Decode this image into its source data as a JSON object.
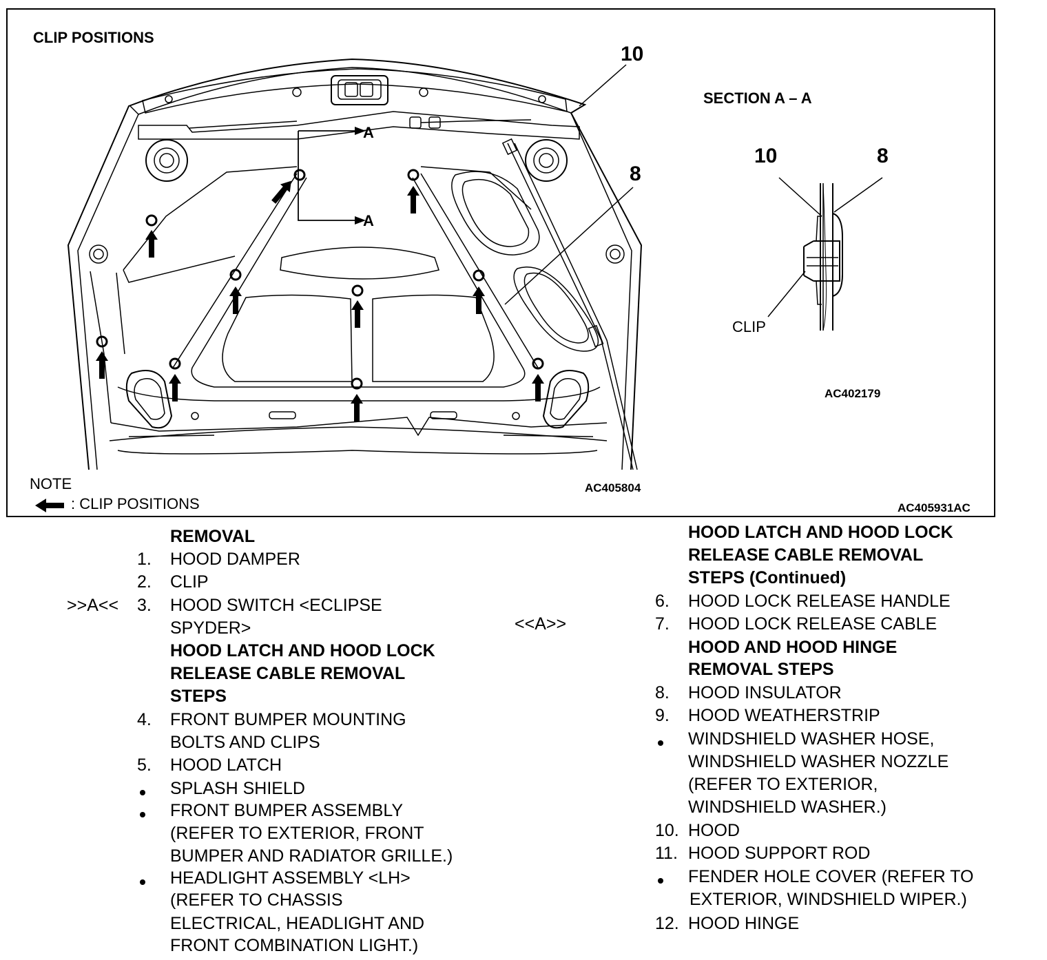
{
  "figure": {
    "title": "CLIP POSITIONS",
    "section_title": "SECTION A – A",
    "callout_10": "10",
    "callout_8": "8",
    "section_arrow_label": "A",
    "section_callout_10": "10",
    "section_callout_8": "8",
    "clip_label": "CLIP",
    "code_main": "AC405804",
    "code_section": "AC402179",
    "code_figure": "AC405931AC",
    "note_title": "NOTE",
    "note_text": ": CLIP POSITIONS"
  },
  "left_column": {
    "heading_removal": "REMOVAL",
    "item1_num": "1.",
    "item1": "HOOD DAMPER",
    "item2_num": "2.",
    "item2": "CLIP",
    "item3_ref": ">>A<<",
    "item3_num": "3.",
    "item3_l1": "HOOD SWITCH <ECLIPSE",
    "item3_l2": "SPYDER>",
    "heading_latch_l1": "HOOD LATCH AND HOOD LOCK",
    "heading_latch_l2": "RELEASE CABLE REMOVAL",
    "heading_latch_l3": "STEPS",
    "item4_num": "4.",
    "item4_l1": "FRONT BUMPER MOUNTING",
    "item4_l2": "BOLTS AND CLIPS",
    "item5_num": "5.",
    "item5": "HOOD LATCH",
    "bullet1": "SPLASH SHIELD",
    "bullet2_l1": "FRONT BUMPER ASSEMBLY",
    "bullet2_l2": "(REFER TO EXTERIOR, FRONT",
    "bullet2_l3": "BUMPER AND RADIATOR GRILLE.)",
    "bullet3_l1": "HEADLIGHT ASSEMBLY <LH>",
    "bullet3_l2": "(REFER TO CHASSIS",
    "bullet3_l3": "ELECTRICAL, HEADLIGHT AND",
    "bullet3_l4": "FRONT COMBINATION LIGHT.)"
  },
  "right_column": {
    "heading_cont_l1": "HOOD LATCH AND HOOD LOCK",
    "heading_cont_l2": "RELEASE CABLE REMOVAL",
    "heading_cont_l3": "STEPS (Continued)",
    "item6_num": "6.",
    "item6": "HOOD LOCK RELEASE HANDLE",
    "item7_ref": "<<A>>",
    "item7_num": "7.",
    "item7": "HOOD LOCK RELEASE CABLE",
    "heading_hinge_l1": "HOOD AND HOOD HINGE",
    "heading_hinge_l2": "REMOVAL STEPS",
    "item8_num": "8.",
    "item8": "HOOD INSULATOR",
    "item9_num": "9.",
    "item9": "HOOD WEATHERSTRIP",
    "bullet1_l1": "WINDSHIELD WASHER HOSE,",
    "bullet1_l2": "WINDSHIELD WASHER NOZZLE",
    "bullet1_l3": "(REFER TO EXTERIOR,",
    "bullet1_l4": "WINDSHIELD WASHER.)",
    "item10_num": "10.",
    "item10": "HOOD",
    "item11_num": "11.",
    "item11": "HOOD SUPPORT ROD",
    "bullet2_l1": "FENDER HOLE COVER (REFER TO",
    "bullet2_l2": "EXTERIOR, WINDSHIELD WIPER.)",
    "item12_num": "12.",
    "item12": "HOOD HINGE"
  }
}
